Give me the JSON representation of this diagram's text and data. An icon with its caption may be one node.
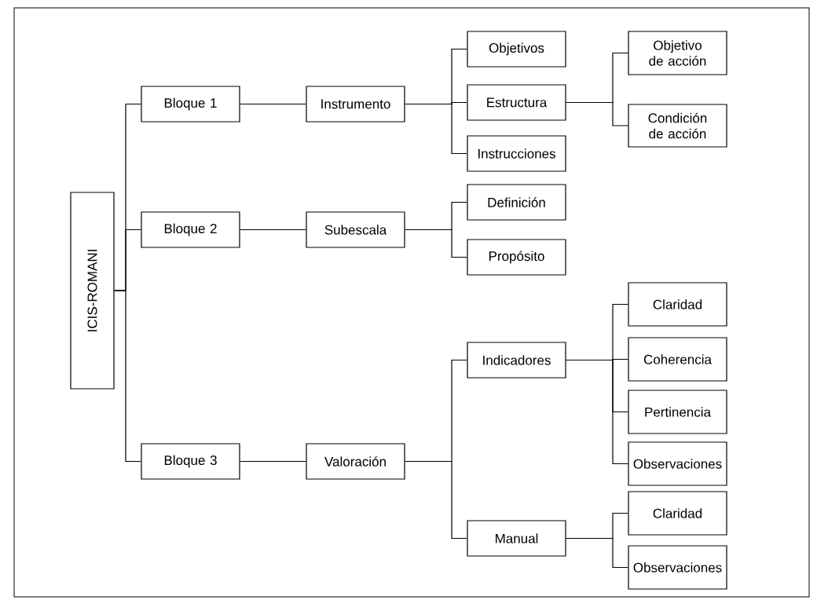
{
  "diagram": {
    "nodes": [
      {
        "text": [
          "ICIS-ROMANI"
        ]
      },
      {
        "text": [
          "Bloque 1"
        ]
      },
      {
        "text": [
          "Instrumento"
        ]
      },
      {
        "text": [
          "Objetivos"
        ]
      },
      {
        "text": [
          "Estructura"
        ]
      },
      {
        "text": [
          "Objetivo de acción"
        ]
      },
      {
        "text": [
          "Condición de acción"
        ]
      },
      {
        "text": [
          "Instrucciones"
        ]
      },
      {
        "text": [
          "Bloque 2"
        ]
      },
      {
        "text": [
          "Subescala"
        ]
      },
      {
        "text": [
          "Definición"
        ]
      },
      {
        "text": [
          "Propósito"
        ]
      },
      {
        "text": [
          "Bloque 3"
        ]
      },
      {
        "text": [
          "Valoración"
        ]
      },
      {
        "text": [
          "Indicadores"
        ]
      },
      {
        "text": [
          "Claridad"
        ]
      },
      {
        "text": [
          "Coherencia"
        ]
      },
      {
        "text": [
          "Pertinencia"
        ]
      },
      {
        "text": [
          "Observaciones"
        ]
      },
      {
        "text": [
          "Manual"
        ]
      },
      {
        "text": [
          "Claridad"
        ]
      },
      {
        "text": [
          "Observaciones"
        ]
      }
    ],
    "edges": [
      {
        "from": 0,
        "to": 1,
        "arrow": "none"
      },
      {
        "from": 0,
        "to": 8,
        "arrow": "none"
      },
      {
        "from": 0,
        "to": 12,
        "arrow": "none"
      },
      {
        "from": 1,
        "to": 2,
        "arrow": "none"
      },
      {
        "from": 2,
        "to": 3,
        "arrow": "none"
      },
      {
        "from": 2,
        "to": 4,
        "arrow": "none"
      },
      {
        "from": 2,
        "to": 7,
        "arrow": "none"
      },
      {
        "from": 4,
        "to": 5,
        "arrow": "none"
      },
      {
        "from": 4,
        "to": 6,
        "arrow": "none"
      },
      {
        "from": 8,
        "to": 9,
        "arrow": "none"
      },
      {
        "from": 9,
        "to": 10,
        "arrow": "none"
      },
      {
        "from": 9,
        "to": 11,
        "arrow": "none"
      },
      {
        "from": 12,
        "to": 13,
        "arrow": "none"
      },
      {
        "from": 13,
        "to": 14,
        "arrow": "none"
      },
      {
        "from": 13,
        "to": 19,
        "arrow": "none"
      },
      {
        "from": 14,
        "to": 15,
        "arrow": "none"
      },
      {
        "from": 14,
        "to": 16,
        "arrow": "none"
      },
      {
        "from": 14,
        "to": 17,
        "arrow": "none"
      },
      {
        "from": 14,
        "to": 18,
        "arrow": "none"
      },
      {
        "from": 19,
        "to": 20,
        "arrow": "none"
      },
      {
        "from": 19,
        "to": 21,
        "arrow": "none"
      }
    ]
  }
}
